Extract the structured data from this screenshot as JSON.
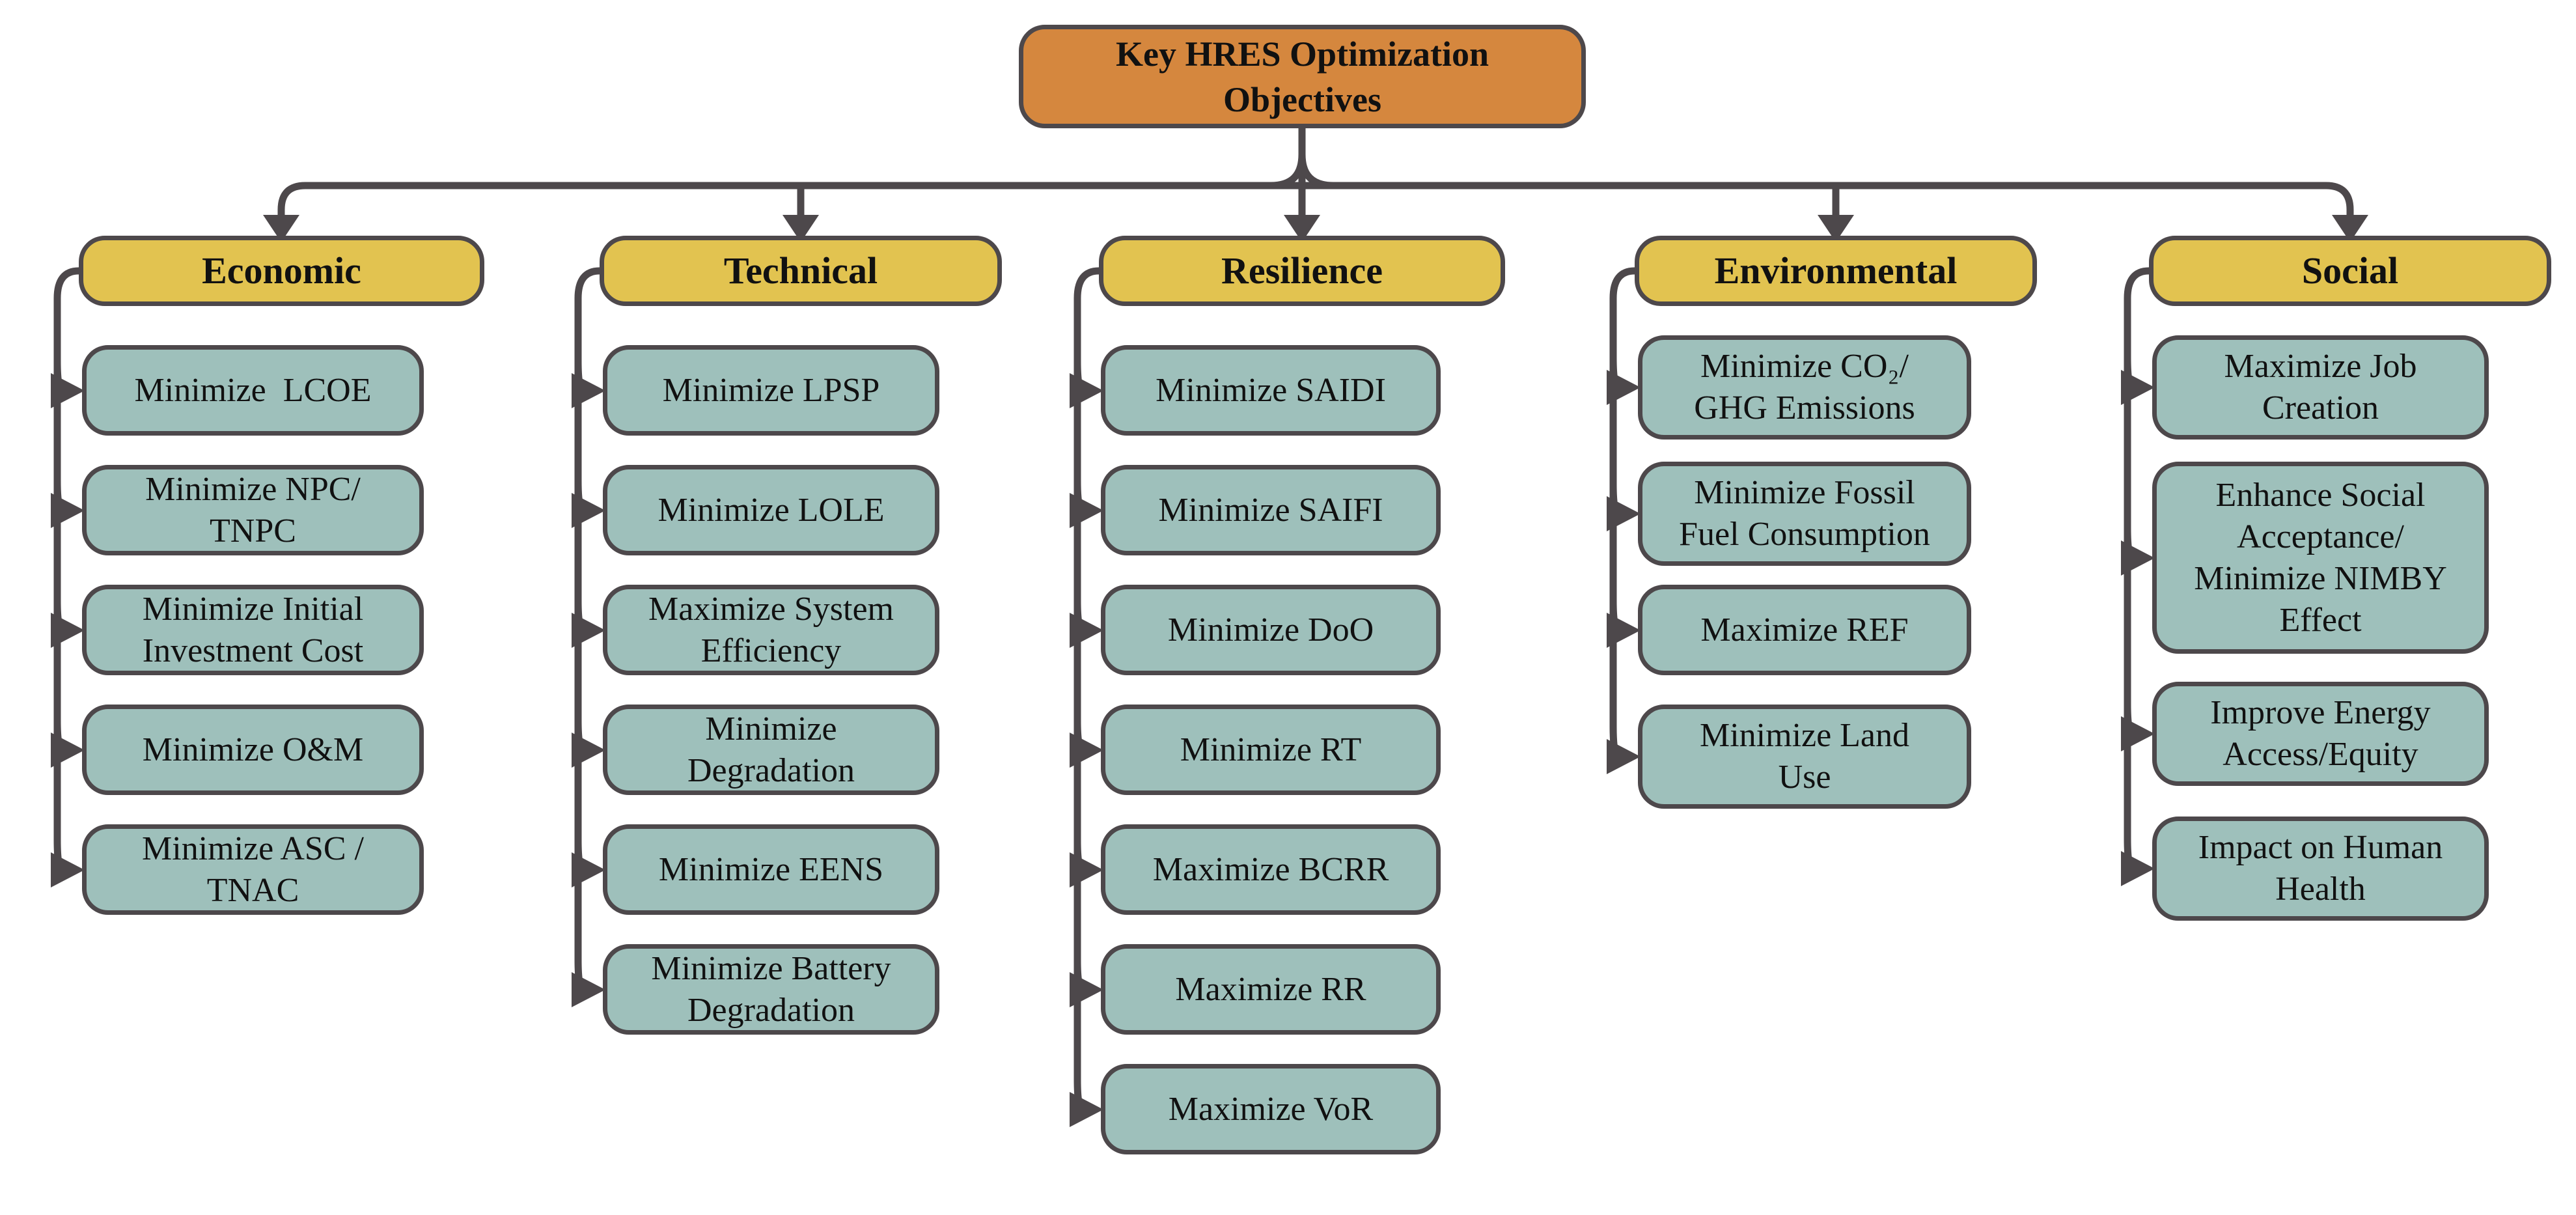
{
  "title": "Key HRES Optimization\nObjectives",
  "colors": {
    "root": "#D5873E",
    "header": "#E2C350",
    "item": "#9EC0BB",
    "outline": "#4D484B"
  },
  "columns": [
    {
      "header": "Economic",
      "items": [
        "Minimize  LCOE",
        "Minimize NPC/\nTNPC",
        "Minimize Initial\nInvestment Cost",
        "Minimize O&M",
        "Minimize ASC /\nTNAC"
      ]
    },
    {
      "header": "Technical",
      "items": [
        "Minimize LPSP",
        "Minimize LOLE",
        "Maximize System\nEfficiency",
        "Minimize\nDegradation",
        "Minimize EENS",
        "Minimize Battery\nDegradation"
      ]
    },
    {
      "header": "Resilience",
      "items": [
        "Minimize SAIDI",
        "Minimize SAIFI",
        "Minimize DoO",
        "Minimize RT",
        "Maximize BCRR",
        "Maximize RR",
        "Maximize VoR"
      ]
    },
    {
      "header": "Environmental",
      "items": [
        "Minimize CO₂/\nGHG Emissions",
        "Minimize Fossil\nFuel Consumption",
        "Maximize REF",
        "Minimize Land\nUse"
      ]
    },
    {
      "header": "Social",
      "items": [
        "Maximize Job\nCreation",
        "Enhance Social\nAcceptance/\nMinimize NIMBY\nEffect",
        "Improve Energy\nAccess/Equity",
        "Impact on Human\nHealth"
      ]
    }
  ]
}
